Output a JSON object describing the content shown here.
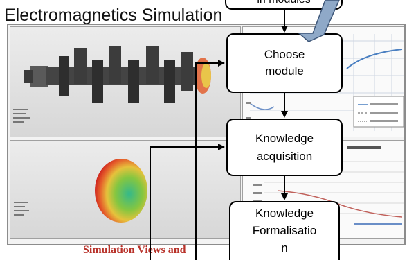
{
  "title": "Electromagnetics Simulation",
  "caption": "Simulation Views and",
  "nodes": {
    "modules": {
      "lines": [
        "in modules"
      ]
    },
    "choose_module": {
      "lines": [
        "Choose",
        "module"
      ]
    },
    "knowledge_acquisition": {
      "lines": [
        "Knowledge",
        "acquisition"
      ]
    },
    "knowledge_formalisation": {
      "lines": [
        "Knowledge",
        "Formalisatio",
        "n"
      ]
    }
  },
  "colors": {
    "border": "#000000",
    "connector_band": "#8fa9c8",
    "caption": "#b8322a"
  }
}
